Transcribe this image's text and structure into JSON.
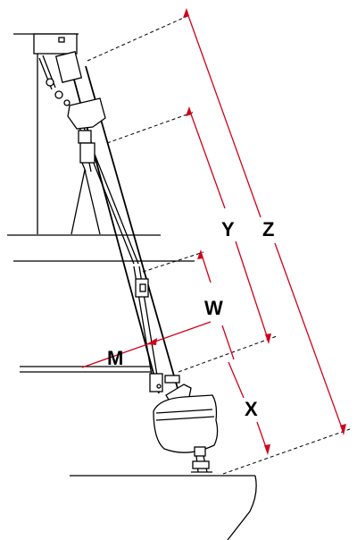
{
  "diagram": {
    "labels": {
      "z": "Z",
      "y": "Y",
      "w": "W",
      "x": "X",
      "m": "M"
    },
    "colors": {
      "dimension": "#d0021b",
      "outline": "#000000",
      "background": "#ffffff"
    }
  }
}
